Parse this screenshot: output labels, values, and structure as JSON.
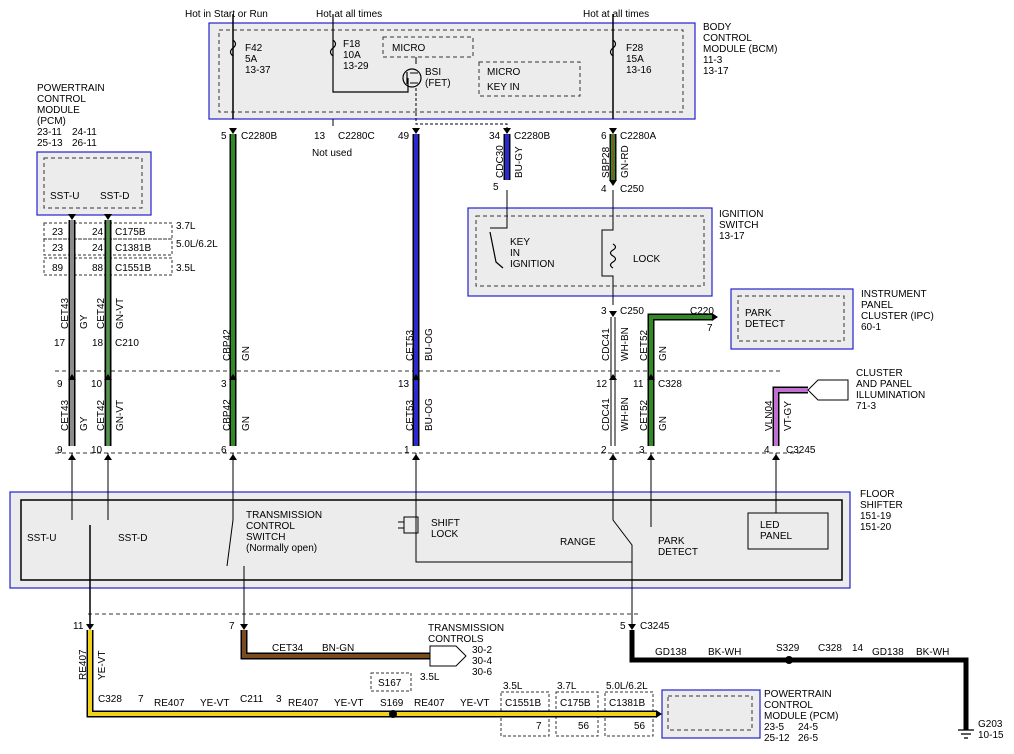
{
  "top_labels": {
    "hot_start_run": "Hot in Start or Run",
    "hot_all_times_1": "Hot at all times",
    "hot_all_times_2": "Hot at all times"
  },
  "bcm": {
    "name_1": "BODY",
    "name_2": "CONTROL",
    "name_3": "MODULE (BCM)",
    "ref_1": "11-3",
    "ref_2": "13-17",
    "f42": {
      "name": "F42",
      "amp": "5A",
      "ref": "13-37"
    },
    "f18": {
      "name": "F18",
      "amp": "10A",
      "ref": "13-29"
    },
    "f28": {
      "name": "F28",
      "amp": "15A",
      "ref": "13-16"
    },
    "micro": "MICRO",
    "micro2": "MICRO",
    "key_in": "KEY IN",
    "bsi": "BSI",
    "fet": "(FET)"
  },
  "pcm_top": {
    "name_1": "POWERTRAIN",
    "name_2": "CONTROL",
    "name_3": "MODULE",
    "name_4": "(PCM)",
    "ref_1": "23-11",
    "ref_2": "24-11",
    "ref_3": "25-13",
    "ref_4": "26-11",
    "sst_u": "SST-U",
    "sst_d": "SST-D"
  },
  "connectors": {
    "c2280b_pin": "5",
    "c2280b": "C2280B",
    "c2280c_pin": "13",
    "c2280c": "C2280C",
    "not_used": "Not used",
    "pin49": "49",
    "c2280b2_pin": "34",
    "c2280b2": "C2280B",
    "cdc30_pin": "5",
    "c2280a_pin": "6",
    "c2280a": "C2280A",
    "c250_pin_a": "4",
    "c250_a": "C250",
    "c250_pin_b": "3",
    "c250_b": "C250",
    "c220": "C220",
    "c220_pin": "7",
    "c175b_23": "23",
    "c175b_24": "24",
    "c175b": "C175B",
    "eng_37": "3.7L",
    "c1381b_23": "23",
    "c1381b_24": "24",
    "c1381b": "C1381B",
    "eng_50": "5.0L/6.2L",
    "c1551b_89": "89",
    "c1551b_88": "88",
    "c1551b": "C1551B",
    "eng_35": "3.5L",
    "c210_17": "17",
    "c210_18": "18",
    "c210": "C210",
    "c328_9": "9",
    "c328_10": "10",
    "c328_3": "3",
    "c328_13": "13",
    "c328_12": "12",
    "c328_11": "11",
    "c328": "C328",
    "c3245_9": "9",
    "c3245_10": "10",
    "c3245_6": "6",
    "c3245_1": "1",
    "c3245_2": "2",
    "c3245_3": "3",
    "c3245_4": "4",
    "c3245": "C3245",
    "c3245b_11": "11",
    "c3245b_7": "7",
    "c3245b_5": "5",
    "c3245b": "C3245"
  },
  "wires": {
    "cet43": "CET43",
    "gy": "GY",
    "cet42": "CET42",
    "gn_vt": "GN-VT",
    "cbp42": "CBP42",
    "gn": "GN",
    "cet53": "CET53",
    "bu_og": "BU-OG",
    "cdc30": "CDC30",
    "bu_gy": "BU-GY",
    "sbp28": "SBP28",
    "gn_rd": "GN-RD",
    "cdc41": "CDC41",
    "wh_bn": "WH-BN",
    "cet52": "CET52",
    "vln04": "VLN04",
    "vt_gy": "VT-GY",
    "cet43b": "CET43",
    "gyb": "GY",
    "cet42b": "CET42",
    "gn_vtb": "GN-VT",
    "cbp42b": "CBP42",
    "gnb": "GN",
    "cet53b": "CET53",
    "bu_ogb": "BU-OG",
    "cdc41b": "CDC41",
    "wh_bnb": "WH-BN",
    "cet52b": "CET52",
    "gnc": "GN",
    "gnd": "GN",
    "re407": "RE407",
    "ye_vt": "YE-VT",
    "cet34": "CET34",
    "bn_gn": "BN-GN",
    "gd138": "GD138",
    "bk_wh": "BK-WH",
    "gd138b": "GD138",
    "bk_whb": "BK-WH"
  },
  "ignition": {
    "name_1": "IGNITION",
    "name_2": "SWITCH",
    "ref": "13-17",
    "key": "KEY",
    "in": "IN",
    "ign": "IGNITION",
    "lock": "LOCK"
  },
  "ipc": {
    "name_1": "INSTRUMENT",
    "name_2": "PANEL",
    "name_3": "CLUSTER (IPC)",
    "ref": "60-1",
    "park_1": "PARK",
    "park_2": "DETECT"
  },
  "illum": {
    "name_1": "CLUSTER",
    "name_2": "AND PANEL",
    "name_3": "ILLUMINATION",
    "ref": "71-3"
  },
  "floor": {
    "name_1": "FLOOR",
    "name_2": "SHIFTER",
    "ref_1": "151-19",
    "ref_2": "151-20",
    "sst_u": "SST-U",
    "sst_d": "SST-D",
    "tcs_1": "TRANSMISSION",
    "tcs_2": "CONTROL",
    "tcs_3": "SWITCH",
    "tcs_4": "(Normally open)",
    "shift_1": "SHIFT",
    "shift_2": "LOCK",
    "range": "RANGE",
    "park_1": "PARK",
    "park_2": "DETECT",
    "led_1": "LED",
    "led_2": "PANEL"
  },
  "trans": {
    "name_1": "TRANSMISSION",
    "name_2": "CONTROLS",
    "ref_1": "30-2",
    "ref_2": "30-4",
    "ref_3": "30-6"
  },
  "bottom": {
    "c328_7": "C328",
    "c328_7_pin": "7",
    "c211": "C211",
    "c211_pin": "3",
    "s167": "S167",
    "s167_eng": "3.5L",
    "s169": "S169",
    "s329": "S329",
    "c328_14": "C328",
    "c328_14_pin": "14",
    "b_35": "3.5L",
    "b_37": "3.7L",
    "b_50": "5.0L/6.2L",
    "b_c1551b": "C1551B",
    "b_c175b": "C175B",
    "b_c1381b": "C1381B",
    "b_7": "7",
    "b_56a": "56",
    "b_56b": "56",
    "pcm_1": "POWERTRAIN",
    "pcm_2": "CONTROL",
    "pcm_3": "MODULE (PCM)",
    "pcm_r1": "23-5",
    "pcm_r2": "24-5",
    "pcm_r3": "25-12",
    "pcm_r4": "26-5",
    "g203": "G203",
    "g203_ref": "10-15"
  },
  "colors": {
    "green": "#2e8b22",
    "blue": "#2a2ad0",
    "gray": "#8c8c8c",
    "brown": "#7a4a20",
    "yellow": "#f2d21b",
    "violet": "#c070d0",
    "box_border": "#2222cc",
    "box_fill": "#ececec"
  }
}
